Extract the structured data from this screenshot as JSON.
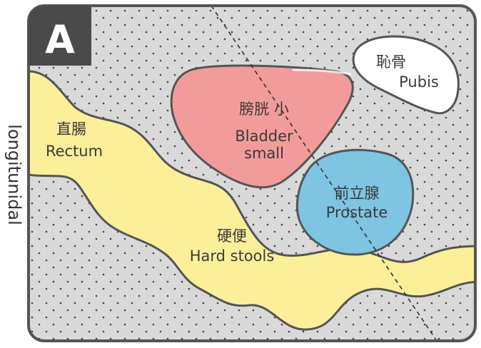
{
  "panel": {
    "letter": "A"
  },
  "side_label": "longitunidal",
  "regions": {
    "bladder": {
      "jp": "膀胱 小",
      "en_line1": "Bladder",
      "en_line2": "small",
      "color": "#f29b9b"
    },
    "prostate": {
      "jp": "前立腺",
      "en": "Prostate",
      "color": "#7ec4e3"
    },
    "pubis": {
      "jp": "恥骨",
      "en": "Pubis",
      "color": "#ffffff"
    },
    "rectum": {
      "jp": "直腸",
      "en": "Rectum",
      "color": "#fcef9a"
    },
    "stools": {
      "jp": "硬便",
      "en": "Hard stools"
    }
  },
  "colors": {
    "background": "#d9d9d9",
    "outline": "#555555",
    "badge": "#4a4a4a"
  }
}
